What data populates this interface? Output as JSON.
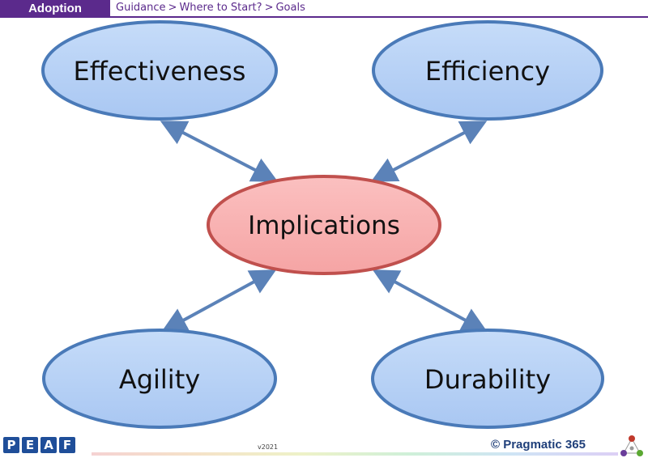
{
  "header": {
    "tag": "Adoption",
    "breadcrumb": [
      "Guidance",
      "Where to Start?",
      "Goals"
    ],
    "separator": ">"
  },
  "diagram": {
    "center": {
      "label": "Implications",
      "fill": "#f8b0b0",
      "stroke": "#c0504d"
    },
    "nodes": [
      {
        "label": "Effectiveness"
      },
      {
        "label": "Efficiency"
      },
      {
        "label": "Agility"
      },
      {
        "label": "Durability"
      }
    ],
    "node_fill": "#b4cff5",
    "node_stroke": "#4a7ab8",
    "arrow_color": "#5b82b8"
  },
  "footer": {
    "version": "v2021",
    "peaf_letters": [
      "P",
      "E",
      "A",
      "F"
    ],
    "copyright": "© Pragmatic 365"
  }
}
